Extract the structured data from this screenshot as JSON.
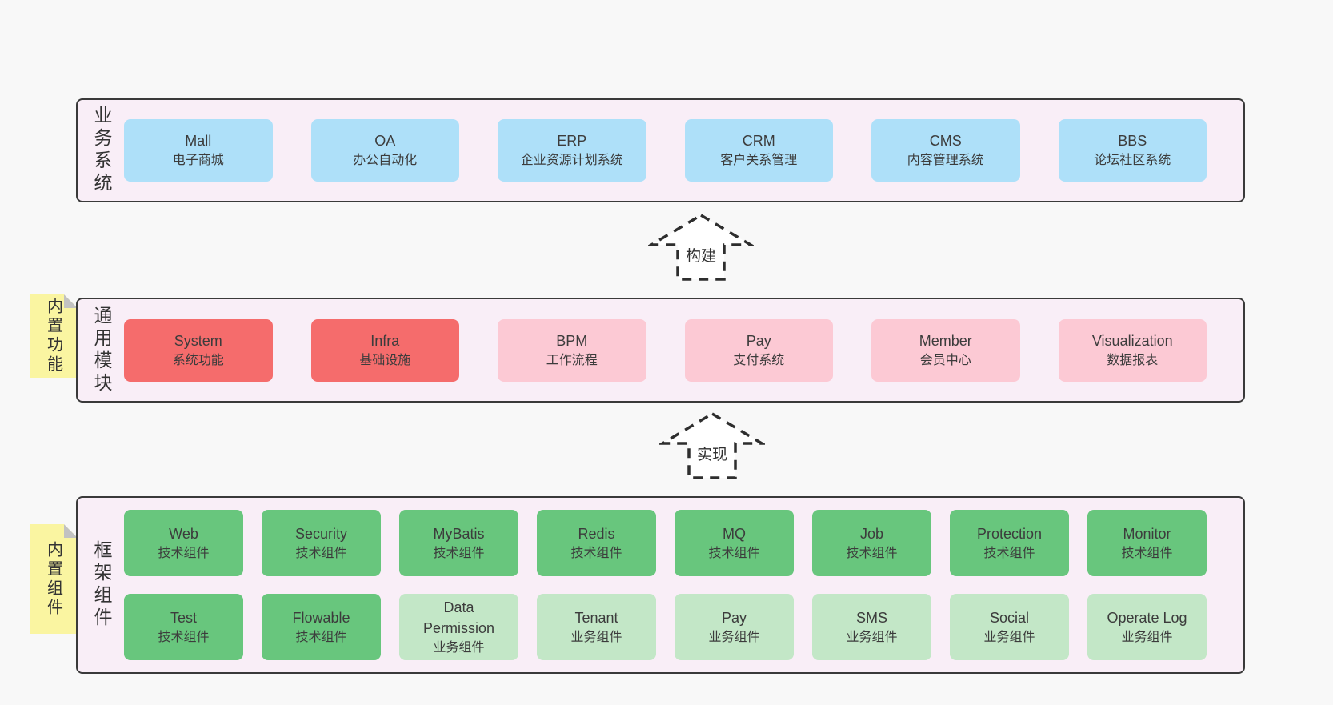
{
  "colors": {
    "canvas_bg": "#f8f8f8",
    "layer_bg": "#f9eef7",
    "layer_border": "#3a3a3a",
    "blue": "#aee0f9",
    "red": "#f56c6c",
    "pink": "#fcc9d4",
    "green": "#68c67d",
    "green_light": "#c3e7c7",
    "note_yellow": "#faf5a1",
    "note_fold": "#c2c2c2",
    "text": "#3c3c3c"
  },
  "arrows": [
    {
      "label": "构建"
    },
    {
      "label": "实现"
    }
  ],
  "layers": [
    {
      "side_label": "业务系统",
      "rows": [
        [
          {
            "name": "Mall",
            "desc": "电子商城"
          },
          {
            "name": "OA",
            "desc": "办公自动化"
          },
          {
            "name": "ERP",
            "desc": "企业资源计划系统"
          },
          {
            "name": "CRM",
            "desc": "客户关系管理"
          },
          {
            "name": "CMS",
            "desc": "内容管理系统"
          },
          {
            "name": "BBS",
            "desc": "论坛社区系统"
          }
        ]
      ]
    },
    {
      "side_label": "通用模块",
      "note": "内置功能",
      "rows": [
        [
          {
            "name": "System",
            "desc": "系统功能"
          },
          {
            "name": "Infra",
            "desc": "基础设施"
          },
          {
            "name": "BPM",
            "desc": "工作流程"
          },
          {
            "name": "Pay",
            "desc": "支付系统"
          },
          {
            "name": "Member",
            "desc": "会员中心"
          },
          {
            "name": "Visualization",
            "desc": "数据报表"
          }
        ]
      ]
    },
    {
      "side_label": "框架组件",
      "note": "内置组件",
      "rows": [
        [
          {
            "name": "Web",
            "desc": "技术组件"
          },
          {
            "name": "Security",
            "desc": "技术组件"
          },
          {
            "name": "MyBatis",
            "desc": "技术组件"
          },
          {
            "name": "Redis",
            "desc": "技术组件"
          },
          {
            "name": "MQ",
            "desc": "技术组件"
          },
          {
            "name": "Job",
            "desc": "技术组件"
          },
          {
            "name": "Protection",
            "desc": "技术组件"
          },
          {
            "name": "Monitor",
            "desc": "技术组件"
          }
        ],
        [
          {
            "name": "Test",
            "desc": "技术组件"
          },
          {
            "name": "Flowable",
            "desc": "技术组件"
          },
          {
            "name": "Data Permission",
            "desc": "业务组件"
          },
          {
            "name": "Tenant",
            "desc": "业务组件"
          },
          {
            "name": "Pay",
            "desc": "业务组件"
          },
          {
            "name": "SMS",
            "desc": "业务组件"
          },
          {
            "name": "Social",
            "desc": "业务组件"
          },
          {
            "name": "Operate Log",
            "desc": "业务组件"
          }
        ]
      ]
    }
  ]
}
